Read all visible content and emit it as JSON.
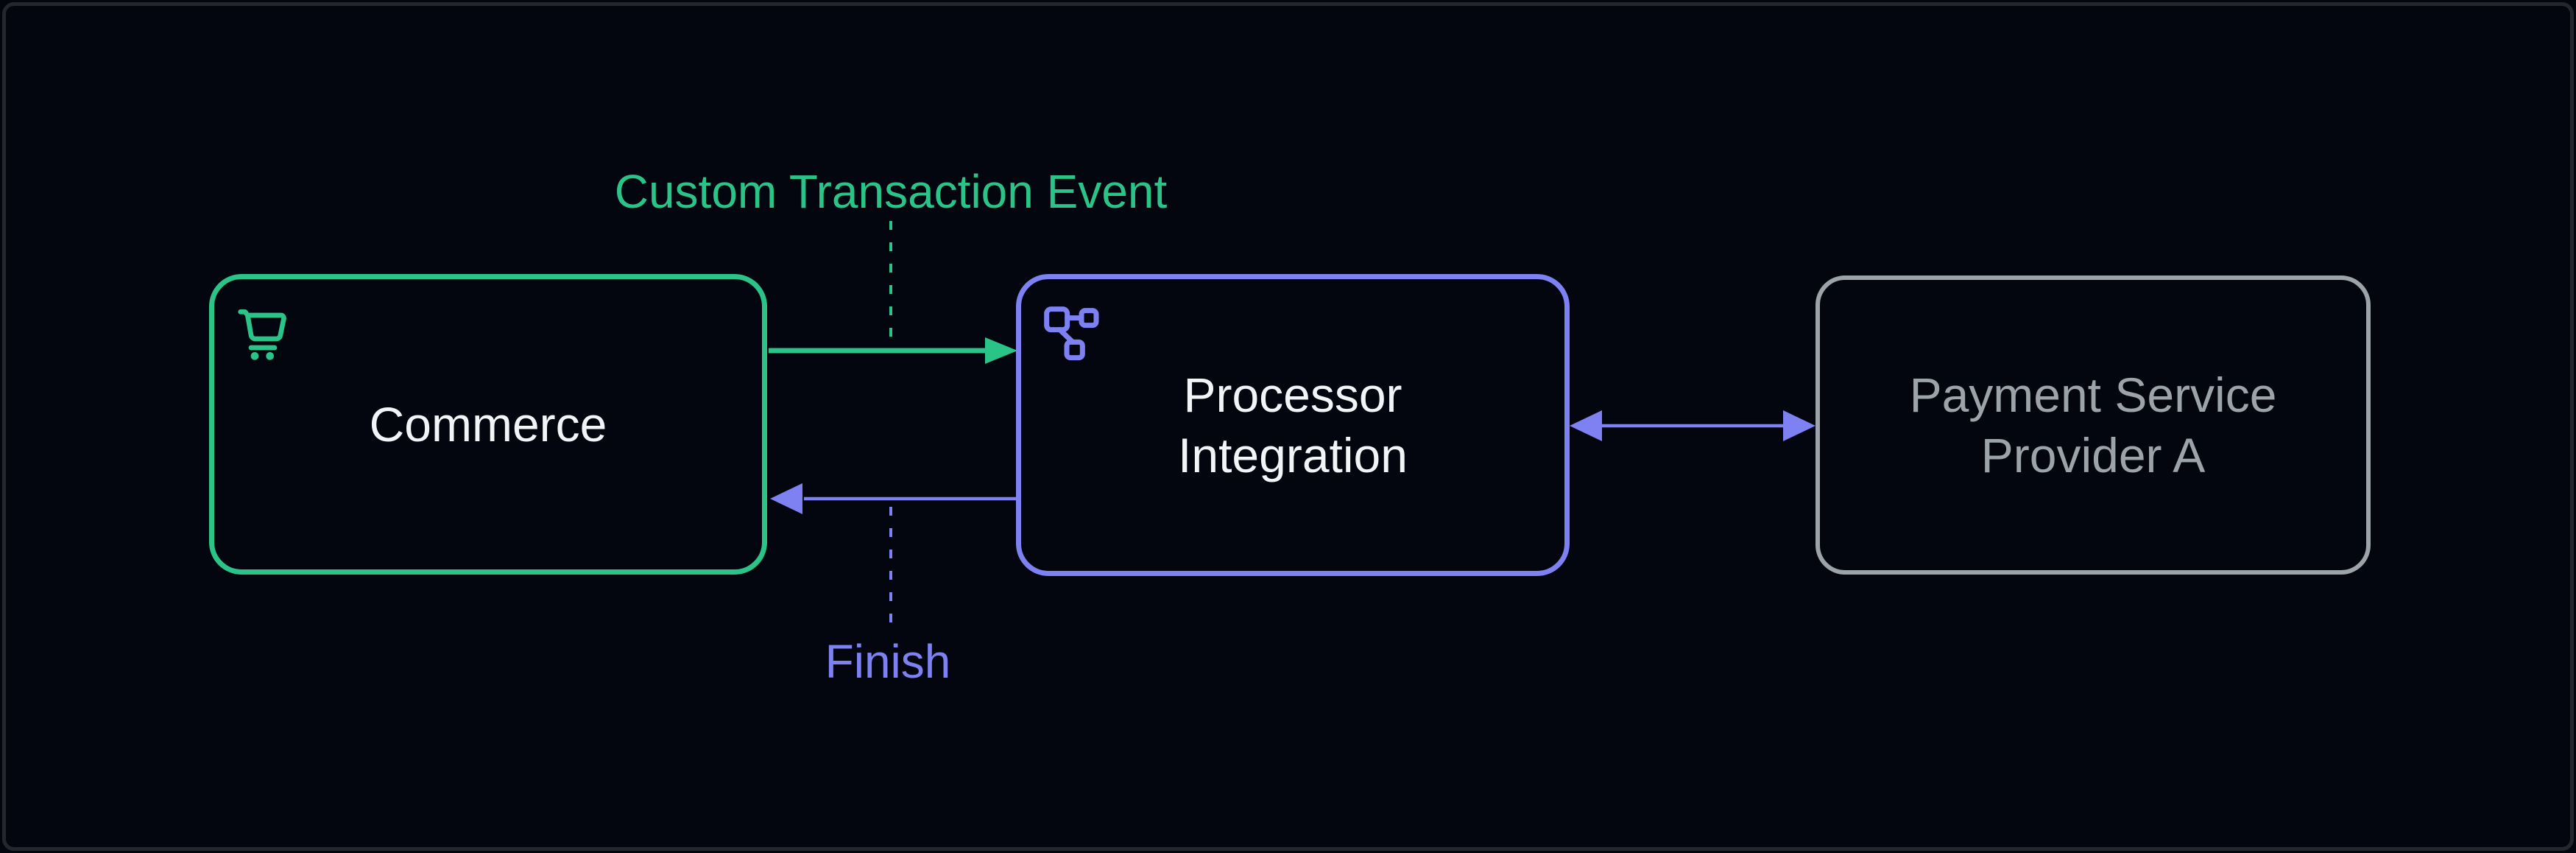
{
  "diagram": {
    "type": "flowchart-lr",
    "nodes": [
      {
        "id": "commerce",
        "label": "Commerce",
        "lines": [
          "Commerce"
        ],
        "icon": "shopping-cart",
        "border_color": "#2bc488",
        "text_color": "#f2f5f7"
      },
      {
        "id": "processor-integration",
        "label": "Processor Integration",
        "lines": [
          "Processor",
          "Integration"
        ],
        "icon": "workflow",
        "border_color": "#7d81f2",
        "text_color": "#f2f5f7"
      },
      {
        "id": "payment-service-provider-a",
        "label": "Payment Service Provider A",
        "lines": [
          "Payment Service",
          "Provider A"
        ],
        "icon": null,
        "border_color": "#9ca3a9",
        "text_color": "#9ca3a9"
      }
    ],
    "edges": [
      {
        "from": "commerce",
        "to": "processor-integration",
        "label": "Custom Transaction Event",
        "style": "thick-solid",
        "color": "#2bc488",
        "direction": "right"
      },
      {
        "from": "processor-integration",
        "to": "commerce",
        "label": "Finish",
        "style": "solid",
        "color": "#7d81f2",
        "direction": "left"
      },
      {
        "from": "processor-integration",
        "to": "payment-service-provider-a",
        "label": "",
        "style": "solid",
        "color": "#7d81f2",
        "direction": "both"
      }
    ]
  },
  "colors": {
    "green": "#2bc488",
    "purple": "#7d81f2",
    "gray": "#9ca3a9",
    "background": "#04060f",
    "frame_border": "#24282e",
    "node_text": "#f2f5f7"
  }
}
